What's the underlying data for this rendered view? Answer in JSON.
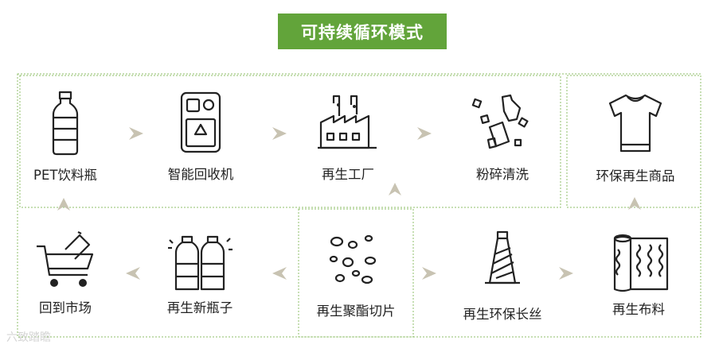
{
  "title": "可持续循环模式",
  "nodes": {
    "pet": "PET饮料瓶",
    "recycle_machine": "智能回收机",
    "factory": "再生工厂",
    "crush": "粉碎清洗",
    "product": "环保再生商品",
    "market": "回到市场",
    "new_bottle": "再生新瓶子",
    "polyester": "再生聚酯切片",
    "yarn": "再生环保长丝",
    "fabric": "再生布料"
  },
  "watermark": "六致踏瞻",
  "colors": {
    "title_bg": "#62a43a",
    "frame": "#8fbf6a",
    "arrow": "#c8c3b2",
    "icon": "#222222"
  }
}
